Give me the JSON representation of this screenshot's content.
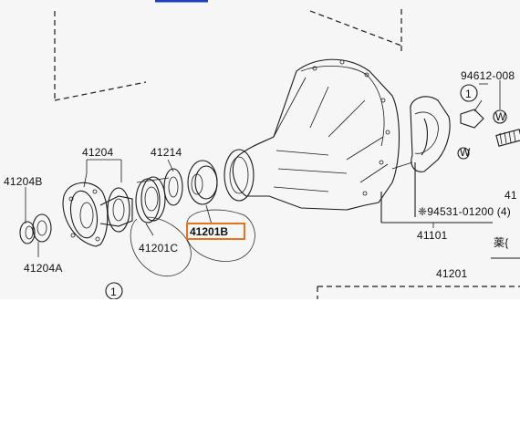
{
  "colors": {
    "highlight_box": "#e8731e",
    "top_link": "#1f3fbf",
    "ink": "#1a1a1a",
    "background": "#f6f6f6"
  },
  "labels": {
    "p41204": "41204",
    "p41214": "41214",
    "p41204B": "41204B",
    "p41204A": "41204A",
    "p41201C": "41201C",
    "p41201B": "41201B",
    "p94612": "94612-008",
    "p94531": "❈94531-01200 (4)",
    "p41101": "41101",
    "p41201": "41201",
    "p41_right": "41",
    "note_right": "薬{",
    "circle1": "1"
  },
  "icons": {
    "circled_one": "circled-number-icon",
    "washer_w": "washer-w-icon"
  }
}
